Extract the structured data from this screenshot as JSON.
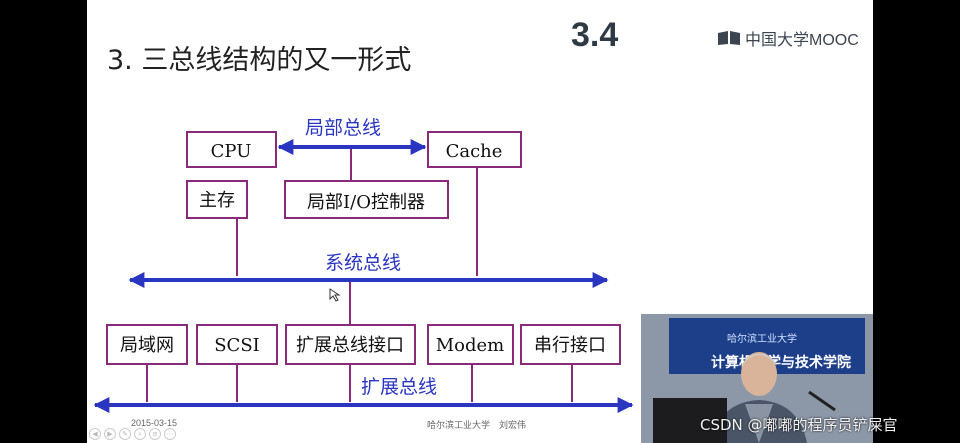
{
  "slide": {
    "title": "3. 三总线结构的又一形式",
    "section_number": "3.4",
    "logo_text": "中国大学MOOC",
    "footer_date": "2015-03-15",
    "footer_center": "哈尔滨工业大学　刘宏伟"
  },
  "diagram": {
    "buses": {
      "local": "局部总线",
      "system": "系统总线",
      "expansion": "扩展总线"
    },
    "boxes": {
      "cpu": "CPU",
      "cache": "Cache",
      "main_memory": "主存",
      "local_io_controller": "局部I/O控制器",
      "lan": "局域网",
      "scsi": "SCSI",
      "expansion_bus_interface": "扩展总线接口",
      "modem": "Modem",
      "serial_interface": "串行接口"
    },
    "colors": {
      "bus": "#2a35c0",
      "box_border": "#8a2a7a",
      "connector": "#8a2a7a"
    }
  },
  "video": {
    "banner_top": "哈尔滨工业大学",
    "banner_main": "计算机科学与技术学院"
  },
  "watermark": "CSDN @嘟嘟的程序员铲屎官"
}
